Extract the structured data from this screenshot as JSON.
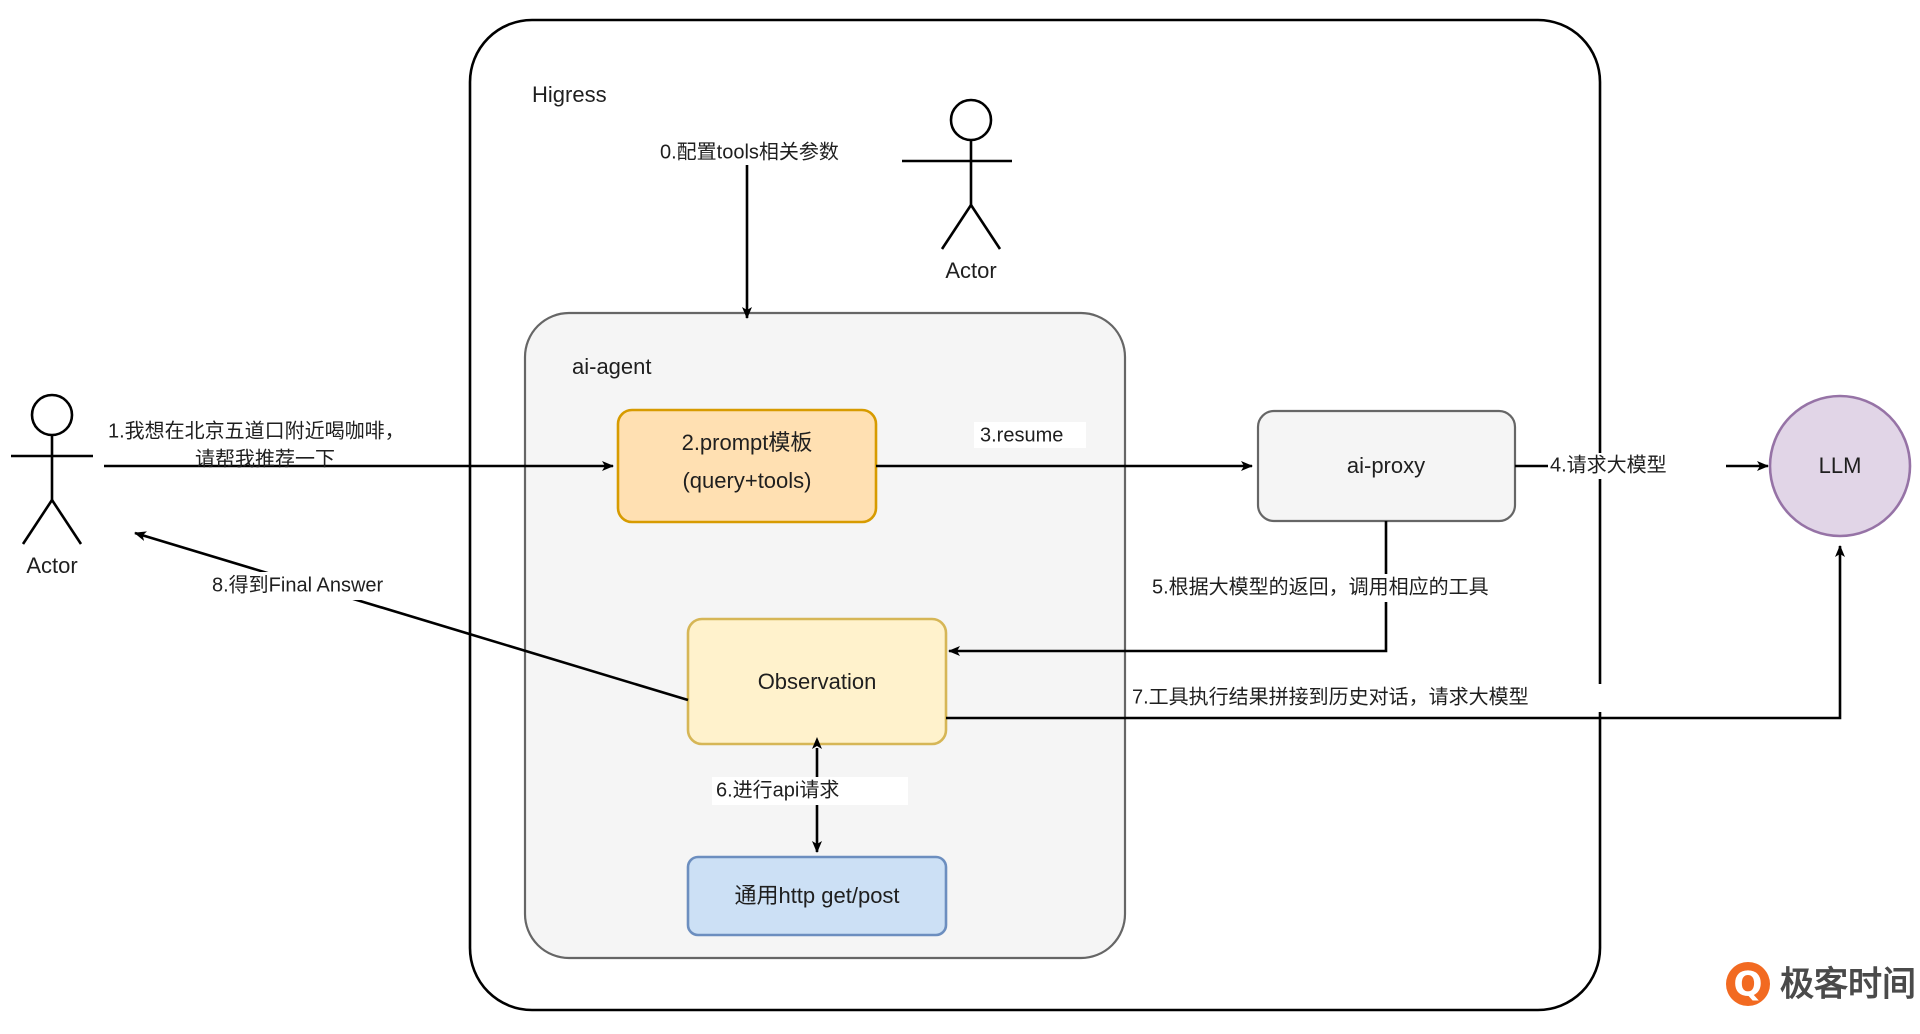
{
  "diagram": {
    "title_container": "Higress",
    "sub_container": "ai-agent",
    "nodes": {
      "prompt": {
        "line1": "2.prompt模板",
        "line2": "(query+tools)",
        "fill": "#ffe0b2",
        "stroke": "#d79b00"
      },
      "observation": {
        "label": "Observation",
        "fill": "#fff2cc",
        "stroke": "#d6b656"
      },
      "http": {
        "label": "通用http get/post",
        "fill": "#cce0f5",
        "stroke": "#6c8ebf"
      },
      "ai_proxy": {
        "label": "ai-proxy",
        "fill": "#f5f5f5",
        "stroke": "#666666"
      },
      "llm": {
        "label": "LLM",
        "fill": "#e1d5e7",
        "stroke": "#9673a6"
      }
    },
    "actors": {
      "left": "Actor",
      "top": "Actor"
    },
    "edges": {
      "e0": "0.配置tools相关参数",
      "e1_line1": "1.我想在北京五道口附近喝咖啡，",
      "e1_line2": "请帮我推荐一下",
      "e3": "3.resume",
      "e4": "4.请求大模型",
      "e5": "5.根据大模型的返回，调用相应的工具",
      "e6": "6.进行api请求",
      "e7": "7.工具执行结果拼接到历史对话，请求大模型",
      "e8": "8.得到Final Answer"
    },
    "watermark": {
      "text": "极客时间",
      "logo_color": "#f26a21",
      "glyph": "Q"
    },
    "colors": {
      "outer_stroke": "#000000",
      "agent_fill": "#f5f5f5",
      "agent_stroke": "#666666",
      "arrow": "#000000",
      "background": "#ffffff"
    }
  }
}
